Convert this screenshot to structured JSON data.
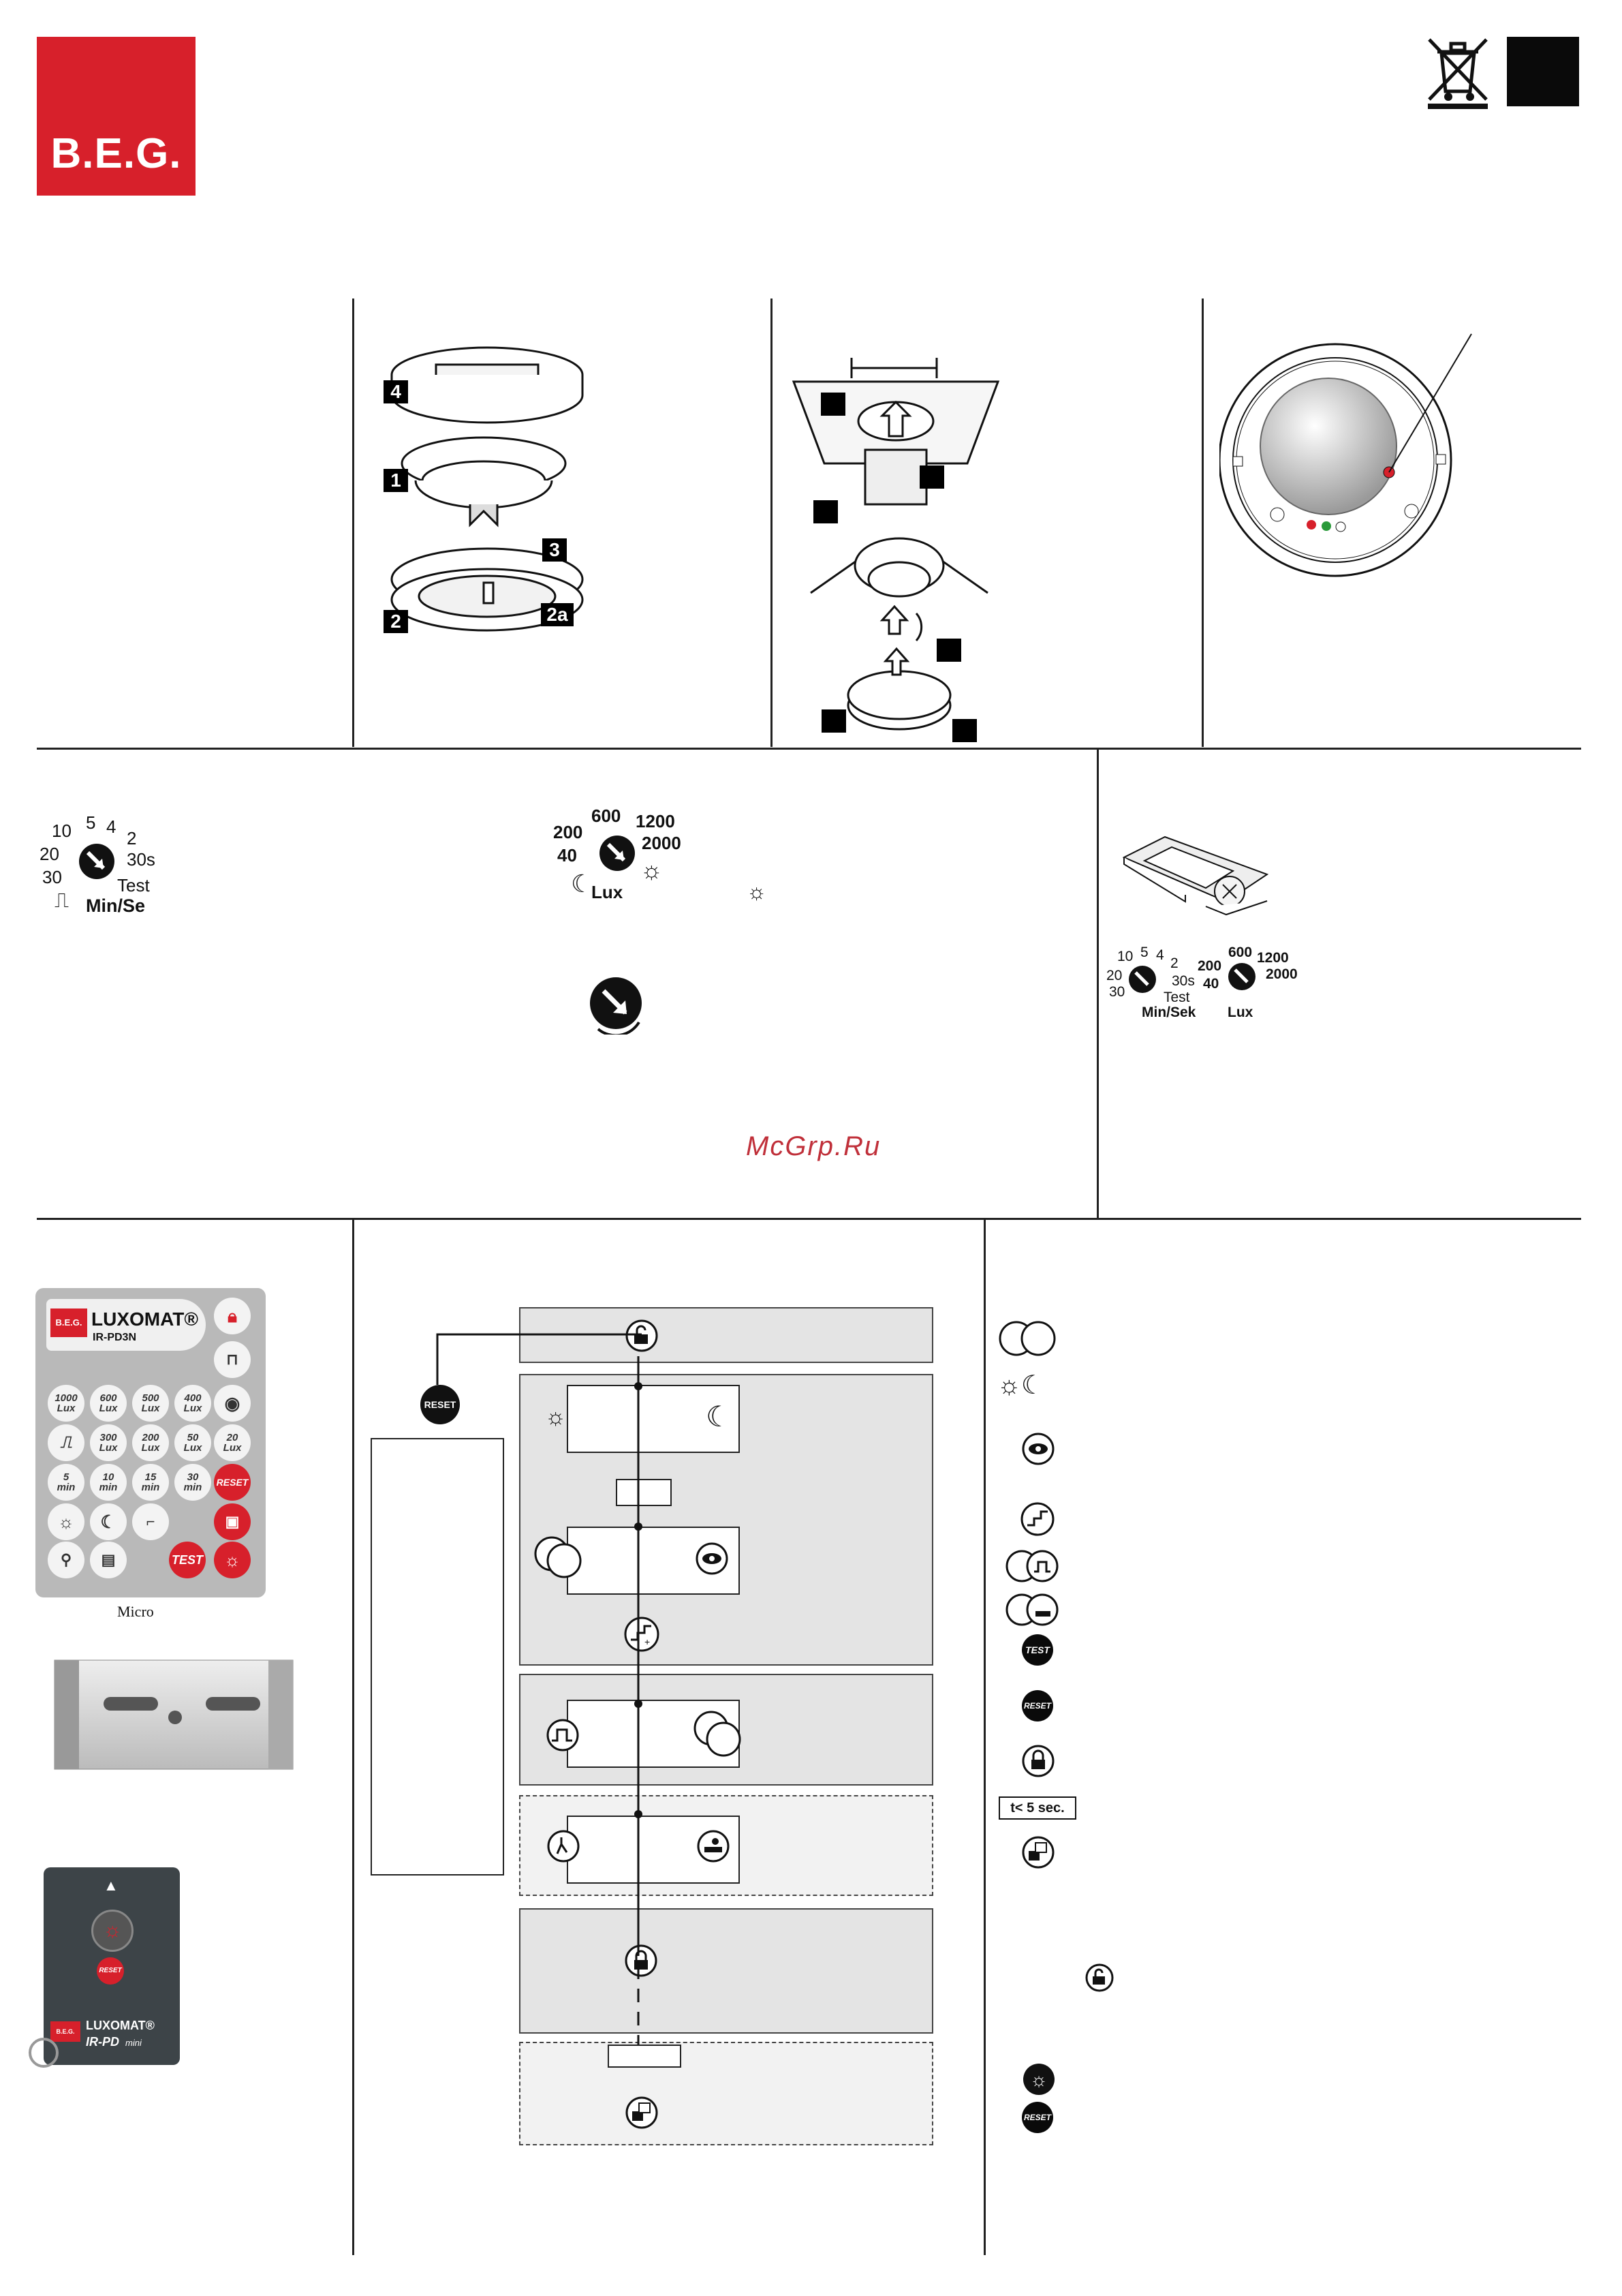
{
  "brand": {
    "logo_text": "B.E.G."
  },
  "section1": {
    "tags": [
      "4",
      "1",
      "3",
      "2",
      "2a"
    ]
  },
  "dial_time": {
    "values": [
      "10",
      "5",
      "4",
      "2",
      "20",
      "30s",
      "30",
      "Test",
      "Min/Se"
    ],
    "pulse_symbol": "⎍"
  },
  "dial_lux": {
    "values": [
      "600",
      "200",
      "1200",
      "40",
      "2000",
      "Lux"
    ],
    "sun_symbol": "☼",
    "moon_symbol": "☾"
  },
  "remote_small_dials": {
    "time": [
      "10",
      "5",
      "4",
      "2",
      "20",
      "30s",
      "30",
      "Test",
      "Min/Sek"
    ],
    "lux": [
      "600",
      "1200",
      "200",
      "2000",
      "40",
      "Lux"
    ]
  },
  "watermark": "McGrp.Ru",
  "remote": {
    "brand": "B.E.G.",
    "name": "LUXOMAT®",
    "model": "IR-PD3N",
    "buttons": [
      {
        "l1": "1000",
        "l2": "Lux"
      },
      {
        "l1": "600",
        "l2": "Lux"
      },
      {
        "l1": "500",
        "l2": "Lux"
      },
      {
        "l1": "400",
        "l2": "Lux"
      },
      {
        "l1": "⎍",
        "l2": ""
      },
      {
        "l1": "300",
        "l2": "Lux"
      },
      {
        "l1": "200",
        "l2": "Lux"
      },
      {
        "l1": "50",
        "l2": "Lux"
      },
      {
        "l1": "20",
        "l2": "Lux"
      },
      {
        "l1": "5",
        "l2": "min"
      },
      {
        "l1": "10",
        "l2": "min"
      },
      {
        "l1": "15",
        "l2": "min"
      },
      {
        "l1": "30",
        "l2": "min"
      }
    ],
    "reset": "RESET",
    "test": "TEST",
    "caption": "Micro"
  },
  "mini_remote": {
    "brand": "B.E.G.",
    "name": "LUXOMAT®",
    "model": "IR-PD",
    "model_suffix": "mini",
    "reset": "RESET"
  },
  "flow": {
    "reset": "RESET"
  },
  "legend": {
    "test": "TEST",
    "reset": "RESET",
    "timer": "t< 5 sec.",
    "reset2": "RESET"
  }
}
